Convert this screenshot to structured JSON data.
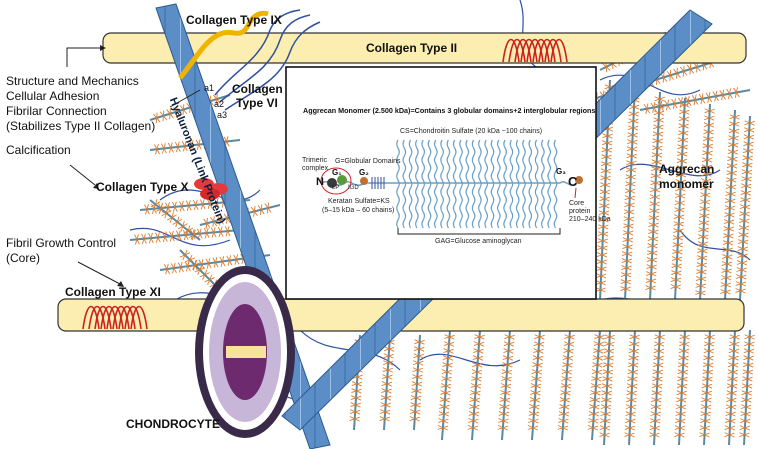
{
  "fibers": {
    "collagen_ii": "Collagen Type II",
    "collagen_ix": "Collagen Type IX",
    "collagen_vi_line1": "Collagen",
    "collagen_vi_line2": "Type VI",
    "collagen_x": "Collagen Type X",
    "collagen_xi": "Collagen Type XI",
    "hyaluronan": "Hyaluronan (Link Protein)",
    "aggrecan_line1": "Aggrecan",
    "aggrecan_line2": "monomer",
    "chondrocyte": "CHONDROCYTE",
    "a1": "a1",
    "a2": "a2",
    "a3": "a3"
  },
  "side_notes": {
    "structure": "Structure and Mechanics",
    "adhesion": "Cellular Adhesion",
    "fibrilar": "Fibrilar Connection",
    "stabilizes": "(Stabilizes Type II Collagen)",
    "calcification": "Calcification",
    "growth": "Fibril Growth Control",
    "core": "(Core)"
  },
  "inset": {
    "title": "Aggrecan Monomer (2.500 kDa)=Contains 3 globular domains+2 interglobular regions",
    "cs": "CS=Chondroitin Sulfate (20 kDa ~100 chains)",
    "trimeric_1": "Trimeric",
    "trimeric_2": "complex",
    "globular": "G=Globular Domains",
    "n": "N",
    "c": "C",
    "g1": "G₁",
    "g2": "G₂",
    "g3": "G₃",
    "lp": "LP",
    "igd": "IGD",
    "keratan_1": "Keratan Sulfate=KS",
    "keratan_2": "(5–15 kDa – 60 chains)",
    "core_1": "Core",
    "core_2": "protein",
    "core_3": "210–240 kDa",
    "gag": "GAG=Glucose aminoglycan"
  },
  "colors": {
    "fibril_fill": "#fbeeb0",
    "fibril_stroke": "#333333",
    "hyaluronan": "#5b8ec7",
    "collagen_red": "#cc2222",
    "collagen_ix": "#f0b400",
    "chondrocyte_ring": "#3a2a4a",
    "chondrocyte_core": "#6e2a6e",
    "inset_chains": "#6a9fc6"
  }
}
